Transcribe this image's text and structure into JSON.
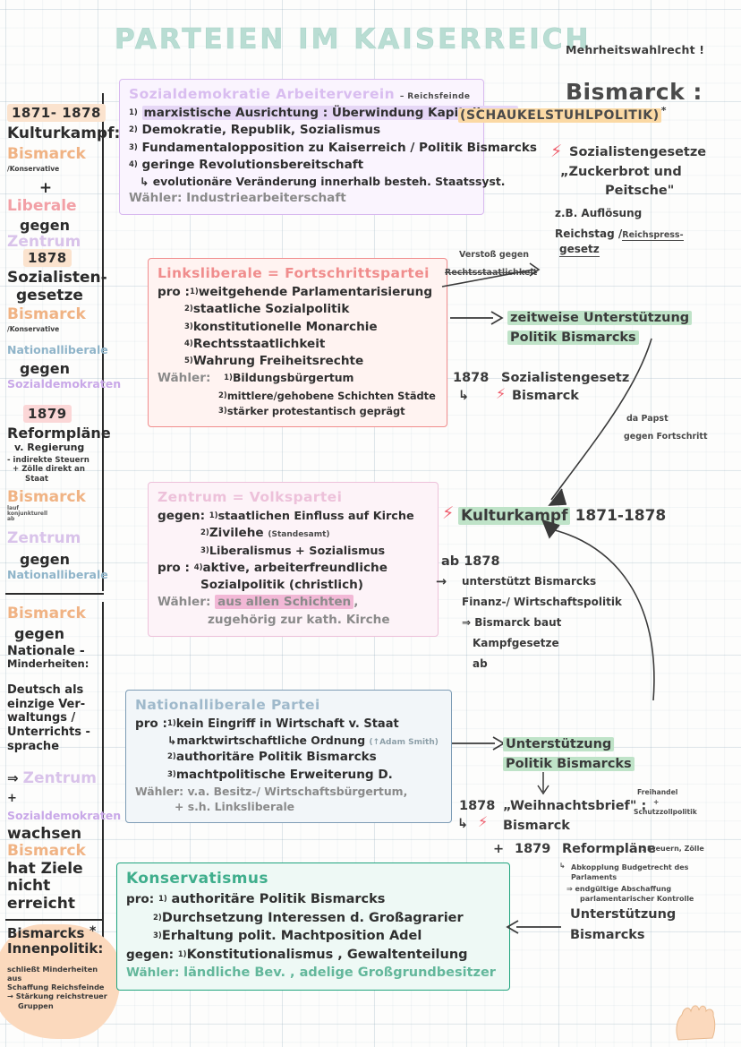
{
  "page": {
    "title": "PARTEIEN IM KAISERREICH",
    "top_note": "Mehrheitswahlrecht !"
  },
  "sidebar": {
    "blocks": [
      {
        "year": "1871- 1878",
        "heading": "Kulturkampf:",
        "actor1": "Bismarck",
        "actor1_sup": "/Konservative",
        "plus": "+",
        "actor2": "Liberale",
        "gegen": "gegen",
        "actor3": "Zentrum"
      },
      {
        "year": "1878",
        "heading_l1": "Sozialisten-",
        "heading_l2": "gesetze",
        "actor1": "Bismarck",
        "actor1_sup": "/Konservative",
        "actor2": "Nationalliberale",
        "gegen": "gegen",
        "actor3": "Sozialdemokraten"
      },
      {
        "year": "1879",
        "heading": "Reformpläne",
        "sub1": "v. Regierung",
        "sub2": "- indirekte Steuern",
        "sub3": "+ Zölle direkt an",
        "sub4": "Staat",
        "actor1": "Bismarck",
        "actor1_sup": "lauf\nkonjunkturell\nab",
        "actor2": "Zentrum",
        "gegen": "gegen",
        "actor3": "Nationalliberale"
      },
      {
        "actor1": "Bismarck",
        "gegen": "gegen",
        "heading_l1": "Nationale -",
        "heading_l2": "Minderheiten:",
        "body_l1": "Deutsch als",
        "body_l2": "einzige Ver-",
        "body_l3": "waltungs /",
        "body_l4": "Unterrichts -",
        "body_l5": "sprache",
        "result_arrow": "⇒",
        "result1": "Zentrum",
        "result_plus": "+",
        "result2": "Sozialdemokraten",
        "result3": "wachsen",
        "result4": "Bismarck",
        "result5": "hat Ziele",
        "result6": "nicht erreicht"
      },
      {
        "heading_l1": "Bismarcks",
        "heading_l2": "Innenpolitik:",
        "star": "*",
        "note1": "schließt Minderheiten aus",
        "note2": "Schaffung Reichsfeinde",
        "note3": "→ Stärkung reichstreuer",
        "note4": "Gruppen"
      }
    ]
  },
  "cards": {
    "sozialdemokratie": {
      "title": "Sozialdemokratie  Arbeiterverein",
      "title_note": "– Reichsfeinde",
      "lines": [
        {
          "idx": "1)",
          "text": "marxistische  Ausrichtung : Überwindung  Kapitalismus",
          "highlight": true
        },
        {
          "idx": "2)",
          "text": "Demokratie, Republik, Sozialismus"
        },
        {
          "idx": "3)",
          "text": "Fundamentalopposition  zu  Kaiserreich / Politik Bismarcks"
        },
        {
          "idx": "4)",
          "text": "geringe Revolutionsbereitschaft"
        },
        {
          "idx": "↳",
          "text": "evolutionäre Veränderung innerhalb besteh. Staatssyst."
        }
      ],
      "waehler_label": "Wähler:",
      "waehler_value": "Industriearbeiterschaft"
    },
    "linksliberale": {
      "title": "Linksliberale  = Fortschrittspartei",
      "pro_label": "pro :",
      "pro": [
        {
          "idx": "1)",
          "text": "weitgehende  Parlamentarisierung"
        },
        {
          "idx": "2)",
          "text": "staatliche  Sozialpolitik"
        },
        {
          "idx": "3)",
          "text": "konstitutionelle  Monarchie"
        },
        {
          "idx": "4)",
          "text": "Rechtsstaatlichkeit"
        },
        {
          "idx": "5)",
          "text": "Wahrung  Freiheitsrechte"
        }
      ],
      "waehler_label": "Wähler:",
      "waehler": [
        {
          "idx": "1)",
          "text": "Bildungsbürgertum"
        },
        {
          "idx": "2)",
          "text": "mittlere/gehobene Schichten Städte"
        },
        {
          "idx": "3)",
          "text": "stärker protestantisch  geprägt"
        }
      ]
    },
    "zentrum": {
      "title": "Zentrum  =  Volkspartei",
      "gegen_label": "gegen:",
      "gegen": [
        {
          "idx": "1)",
          "text": "staatlichen Einfluss auf Kirche"
        },
        {
          "idx": "2)",
          "text": "Zivilehe",
          "note": "(Standesamt)"
        },
        {
          "idx": "3)",
          "text": "Liberalismus + Sozialismus"
        }
      ],
      "pro_label": "pro :",
      "pro": [
        {
          "idx": "4)",
          "text": "aktive, arbeiterfreundliche"
        },
        {
          "idx": "",
          "text": "Sozialpolitik (christlich)"
        }
      ],
      "waehler_label": "Wähler:",
      "waehler_hl": "aus allen Schichten",
      "waehler_rest": ",",
      "waehler_l2": "zugehörig zur kath. Kirche"
    },
    "nationalliberale": {
      "title": "Nationalliberale  Partei",
      "pro_label": "pro :",
      "pro": [
        {
          "idx": "1)",
          "text": "kein Eingriff in Wirtschaft v. Staat"
        },
        {
          "idx": "↳",
          "text": "marktwirtschaftliche  Ordnung",
          "note": "(↑Adam Smith)"
        },
        {
          "idx": "2)",
          "text": "authoritäre Politik Bismarcks"
        },
        {
          "idx": "3)",
          "text": "machtpolitische  Erweiterung D."
        }
      ],
      "waehler_label": "Wähler:",
      "waehler_l1": "v.a.  Besitz-/ Wirtschaftsbürgertum,",
      "waehler_l2": "+ s.h.  Linksliberale"
    },
    "konservatismus": {
      "title": "Konservatismus",
      "pro_label": "pro:",
      "pro": [
        {
          "idx": "1)",
          "text": "authoritäre Politik Bismarcks"
        },
        {
          "idx": "2)",
          "text": "Durchsetzung  Interessen d. Großagrarier"
        },
        {
          "idx": "3)",
          "text": "Erhaltung  polit. Machtposition Adel"
        }
      ],
      "gegen_label": "gegen:",
      "gegen": [
        {
          "idx": "1)",
          "text": "Konstitutionalismus , Gewaltenteilung"
        }
      ],
      "waehler_label": "Wähler:",
      "waehler_value": "ländliche  Bev. , adelige Großgrundbesitzer"
    }
  },
  "right": {
    "heading": "Bismarck :",
    "subheading": "(SCHAUKELSTUHLPOLITIK)",
    "subheading_star": "*",
    "block1": {
      "bolt": "⚡",
      "l1": "Sozialistengesetze",
      "l2": "„Zuckerbrot und",
      "l3": "Peitsche\"",
      "l4": "z.B. Auflösung",
      "l5": "Reichstag /",
      "l5b": "Reichspress-",
      "l6": "gesetz"
    },
    "verstoss": {
      "l1": "Verstoß gegen",
      "l2": "Rechtsstaatlichkeit"
    },
    "support1": {
      "l1": "zeitweise  Unterstützung",
      "l2": "Politik Bismarcks"
    },
    "sozgesetz": {
      "year": "1878",
      "text": "Sozialistengesetz",
      "arrow": "↳",
      "bolt": "⚡",
      "actor": "Bismarck"
    },
    "papst": {
      "l1": "da Papst",
      "l2": "gegen Fortschritt"
    },
    "kulturkampf": {
      "bolt": "⚡",
      "label": "Kulturkampf",
      "years": "1871-1878"
    },
    "ab1878": {
      "head": "ab 1878",
      "arrow": "→",
      "l1": "unterstützt Bismarcks",
      "l2": "Finanz-/ Wirtschaftspolitik",
      "l3": "⇒ Bismarck baut",
      "l4": "Kampfgesetze",
      "l5": "ab"
    },
    "support2": {
      "l1": "Unterstützung",
      "l2": "Politik Bismarcks"
    },
    "weihnacht": {
      "year": "1878",
      "text": "„Weihnachtsbrief\" :",
      "note1": "Freihandel",
      "note2": "+",
      "note3": "Schutzzollpolitik",
      "arrow": "↳",
      "bolt": "⚡",
      "actor": "Bismarck",
      "plus": "+",
      "year2": "1879",
      "text2": "Reformpläne",
      "note4": ": Steuern, Zölle",
      "sub_arrow": "↳",
      "sub1": "Abkopplung Budgetrecht des",
      "sub2": "Parlaments",
      "sub3": "⇒ endgültige  Abschaffung",
      "sub4": "parlamentarischer Kontrolle"
    },
    "support3": {
      "l1": "Unterstützung",
      "l2": "Bismarcks"
    }
  },
  "colors": {
    "title": "#b9ddd3",
    "bismarck": "#f0b384",
    "liberale": "#f2a0a6",
    "zentrum": "#d9c3ea",
    "sozialdemokraten": "#c9a8e8",
    "nationalliberale": "#8fb4c9",
    "konservatismus": "#3fae8c",
    "bolt": "#ef5f6e",
    "mint_highlight": "#bfe3c8",
    "amber_highlight": "#fbd9a4"
  }
}
